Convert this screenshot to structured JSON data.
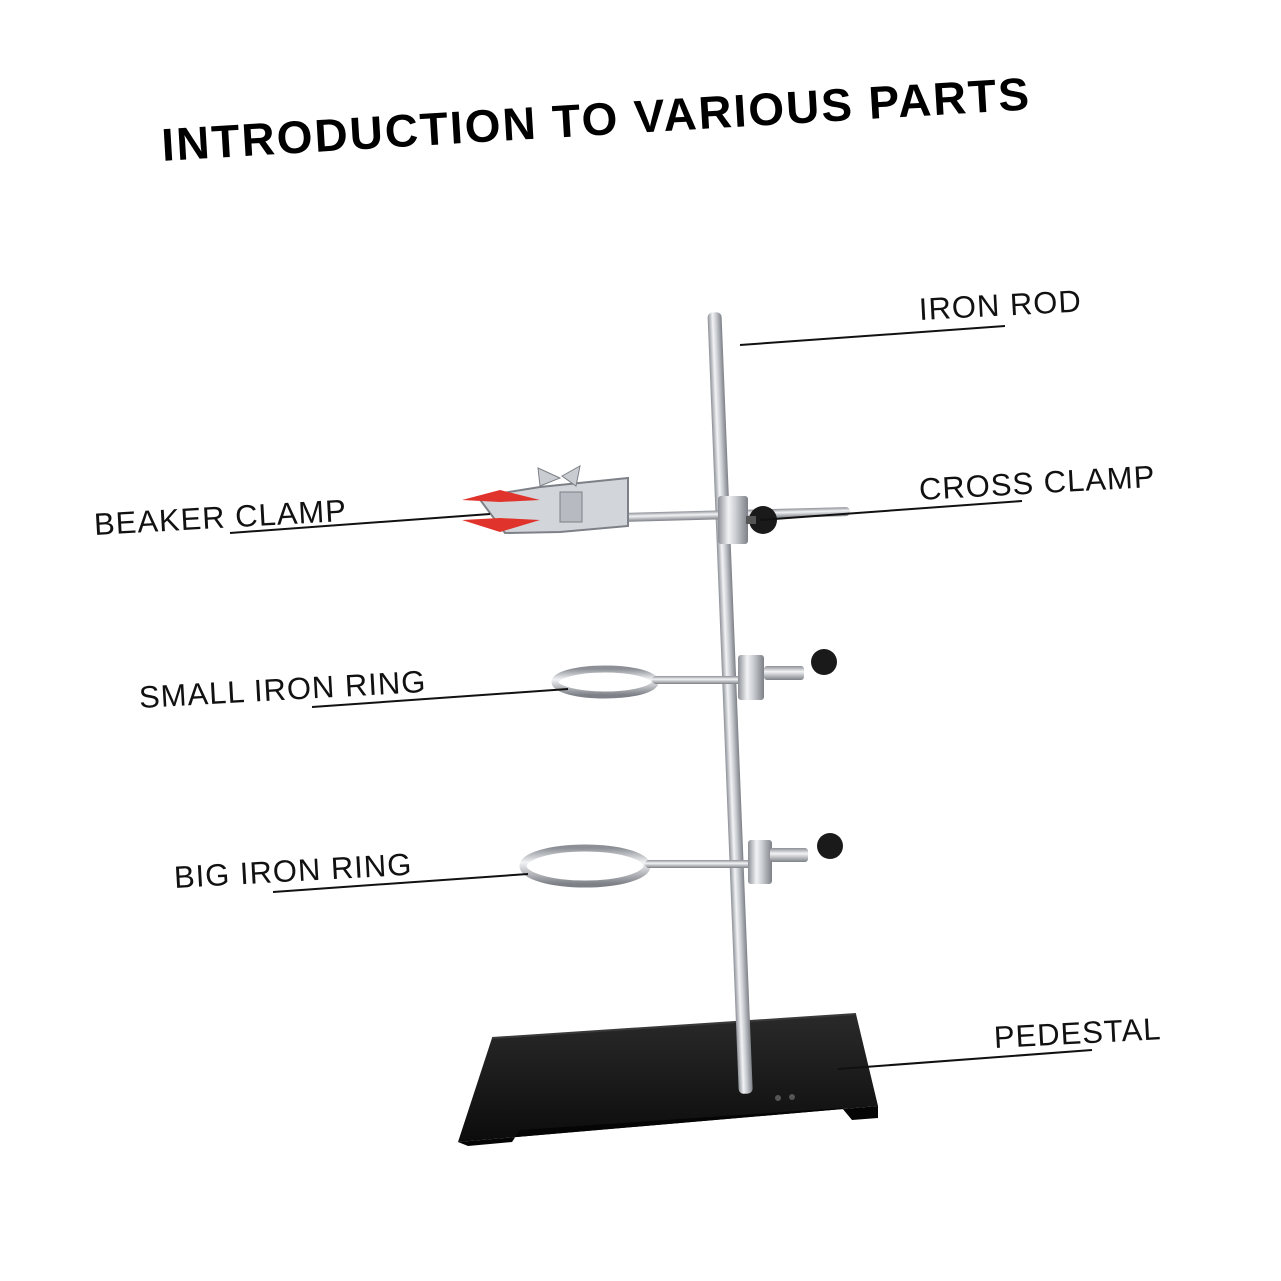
{
  "title": "INTRODUCTION TO VARIOUS PARTS",
  "labels": {
    "iron_rod": "IRON ROD",
    "cross_clamp": "CROSS CLAMP",
    "beaker_clamp": "BEAKER CLAMP",
    "small_iron_ring": "SMALL IRON RING",
    "big_iron_ring": "BIG IRON RING",
    "pedestal": "PEDESTAL"
  },
  "colors": {
    "background": "#ffffff",
    "text": "#111111",
    "metal": "#c9ccd1",
    "metal_shadow": "#8c9096",
    "pedestal": "#141414",
    "clamp_grip": "#e0332b",
    "knob": "#1a1a1a"
  }
}
